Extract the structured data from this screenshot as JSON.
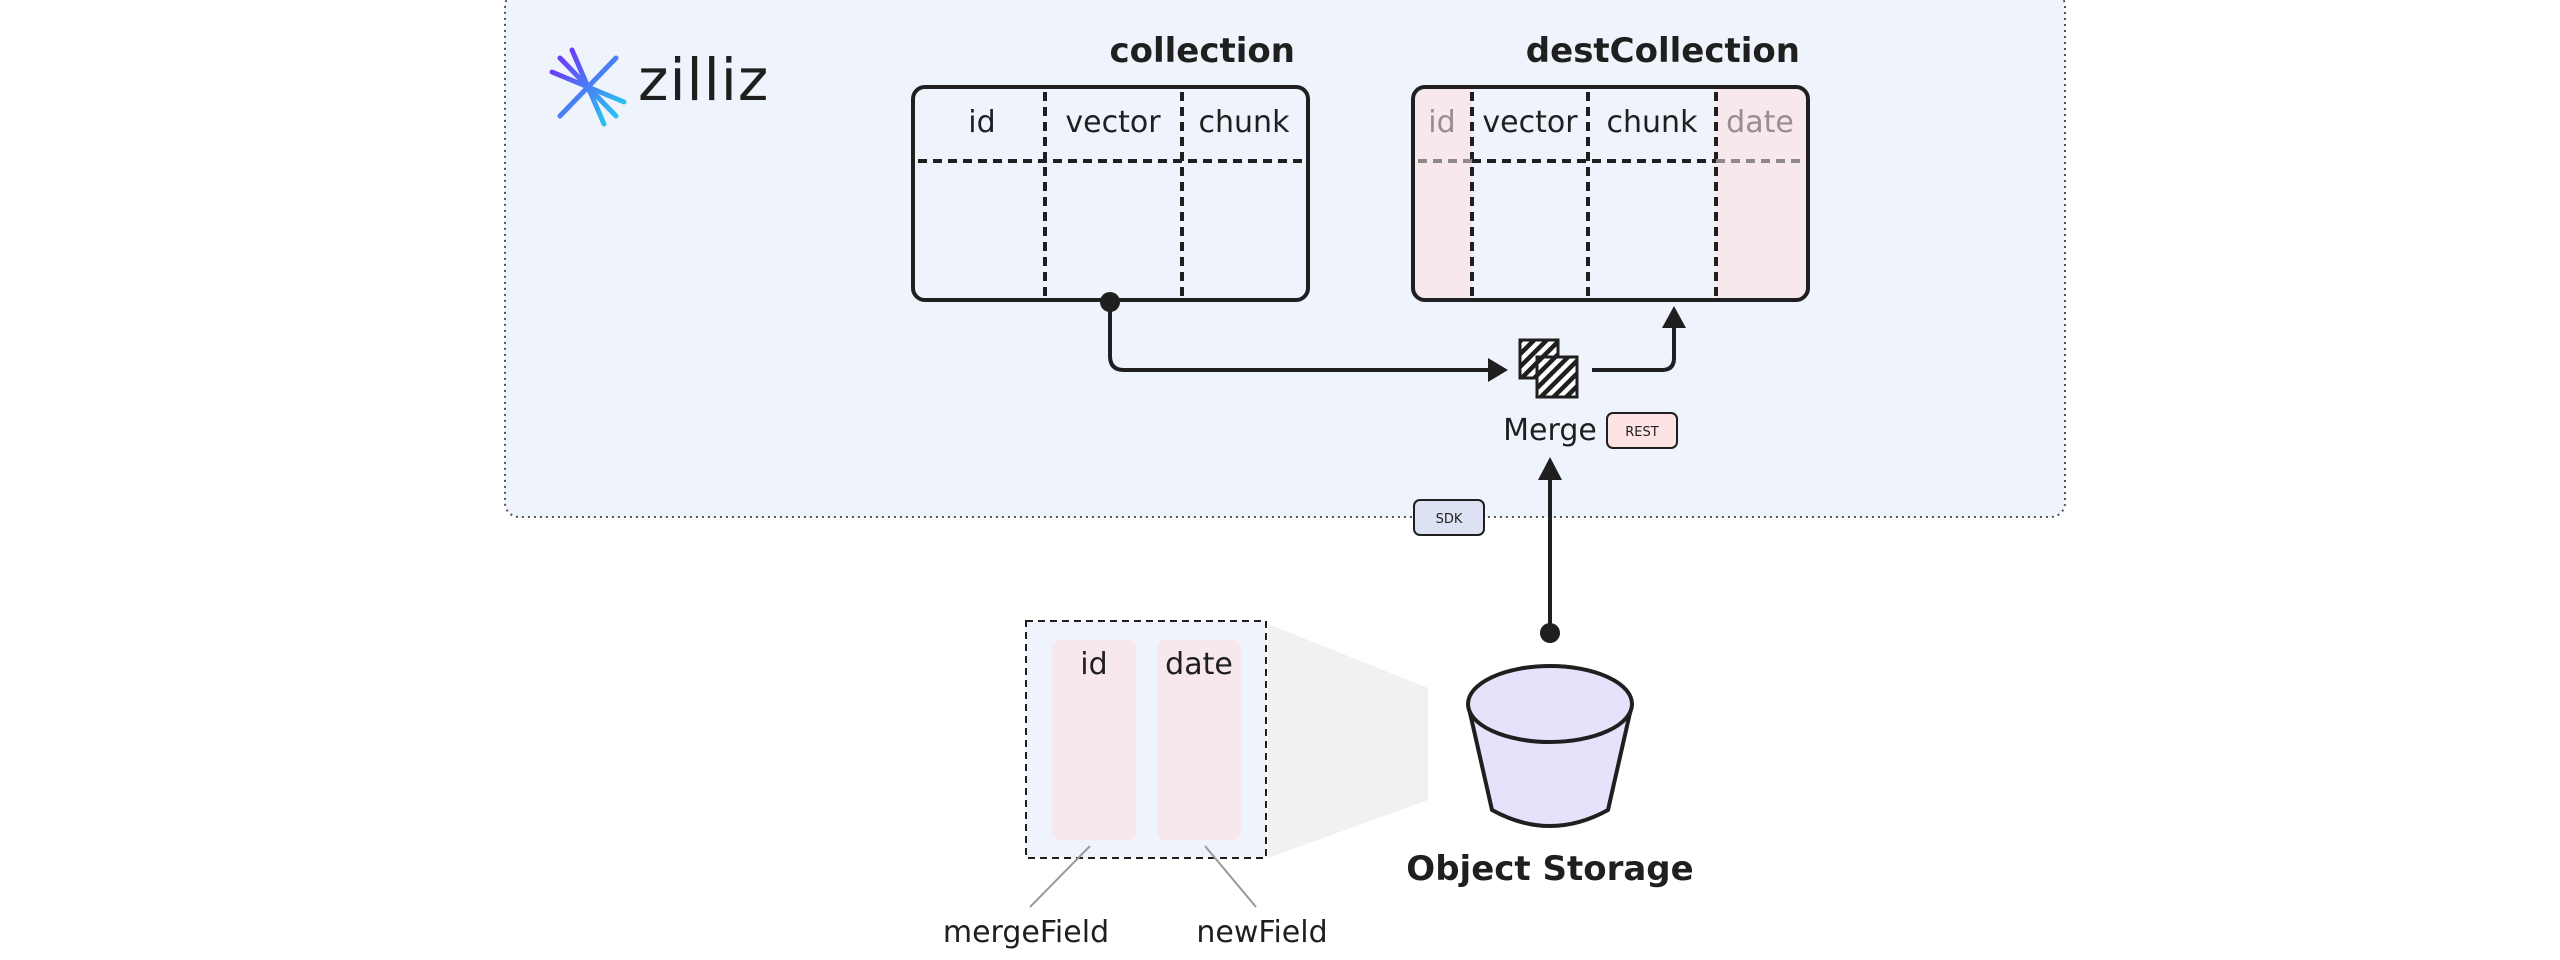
{
  "logo": {
    "brand": "zilliz"
  },
  "collection": {
    "title": "collection",
    "columns": [
      "id",
      "vector",
      "chunk"
    ]
  },
  "dest_collection": {
    "title": "destCollection",
    "columns": [
      "id",
      "vector",
      "chunk",
      "date"
    ]
  },
  "merge": {
    "label": "Merge",
    "icon": "merge-icon"
  },
  "badges": {
    "rest": "REST",
    "sdk": "SDK"
  },
  "storage": {
    "label": "Object Storage",
    "icon": "bucket-icon"
  },
  "file_preview": {
    "columns": [
      "id",
      "date"
    ],
    "callouts": [
      "mergeField",
      "newField"
    ]
  },
  "colors": {
    "panel_bg": "#eef3fc",
    "new_field_bg": "#f6e8ec",
    "rest_badge_bg": "#fde3e3",
    "sdk_badge_bg": "#dde1f4",
    "bucket_fill": "#e7e1fb",
    "logo_gradient": [
      "#6a3dfa",
      "#28c2f0"
    ]
  }
}
